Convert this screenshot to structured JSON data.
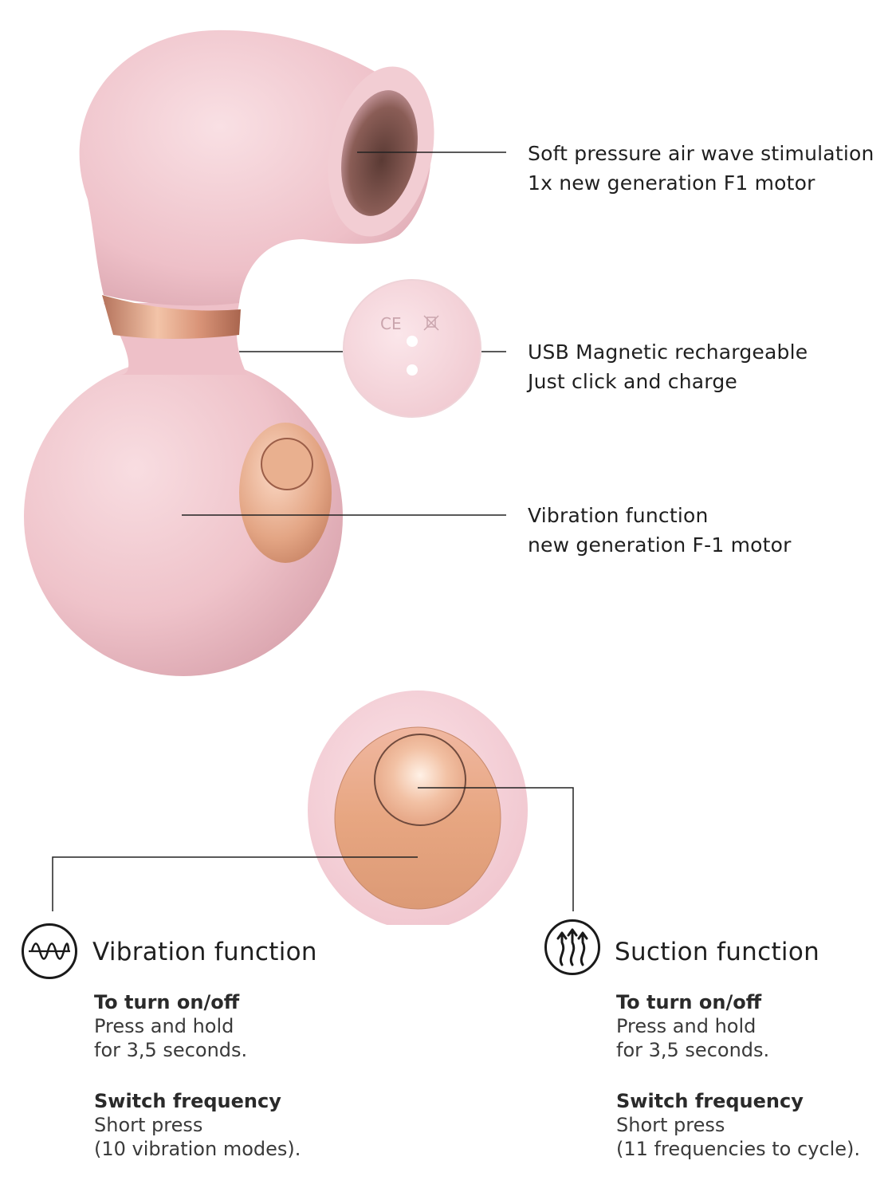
{
  "callouts": {
    "suction_head": {
      "line1": "Soft pressure air wave stimulation",
      "line2": "1x new generation F1 motor"
    },
    "charger": {
      "line1": "USB Magnetic rechargeable",
      "line2": "Just click and charge",
      "markings": "CE"
    },
    "vibration": {
      "line1": "Vibration function",
      "line2": "new generation F-1 motor"
    }
  },
  "functions": {
    "vibration": {
      "title": "Vibration function",
      "icon": "vibration-wave-icon",
      "on_off_heading": "To turn on/off",
      "on_off_line1": "Press and hold",
      "on_off_line2": "for 3,5 seconds.",
      "switch_heading": "Switch frequency",
      "switch_line1": "Short press",
      "switch_line2": "(10 vibration modes)."
    },
    "suction": {
      "title": "Suction function",
      "icon": "suction-arrows-icon",
      "on_off_heading": "To turn on/off",
      "on_off_line1": "Press and hold",
      "on_off_line2": "for 3,5 seconds.",
      "switch_heading": "Switch frequency",
      "switch_line1": "Short press",
      "switch_line2": "(11 frequencies to cycle)."
    }
  },
  "colors": {
    "body_pink": "#f1c8cf",
    "rose_gold": "#e0a07e",
    "text": "#1f1f1f"
  }
}
